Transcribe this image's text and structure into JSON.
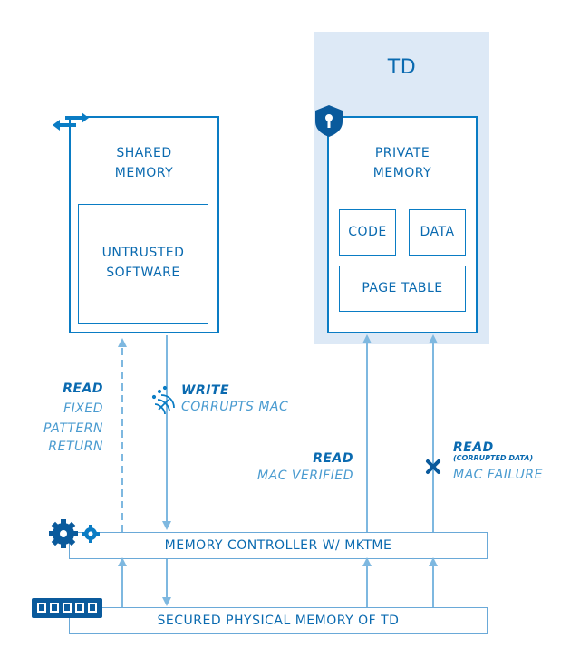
{
  "td_region": {
    "title": "TD"
  },
  "shared_memory": {
    "title_line1": "SHARED",
    "title_line2": "MEMORY",
    "inner_line1": "UNTRUSTED",
    "inner_line2": "SOFTWARE"
  },
  "private_memory": {
    "title_line1": "PRIVATE",
    "title_line2": "MEMORY",
    "code": "CODE",
    "data": "DATA",
    "page_table": "PAGE TABLE"
  },
  "annotations": {
    "read_fixed": {
      "head": "READ",
      "line1": "FIXED",
      "line2": "PATTERN",
      "line3": "RETURN"
    },
    "write": {
      "head": "WRITE",
      "line1": "CORRUPTS MAC"
    },
    "read_verified": {
      "head": "READ",
      "line1": "MAC VERIFIED"
    },
    "read_corrupted": {
      "head": "READ",
      "sub": "(CORRUPTED DATA)",
      "line1": "MAC FAILURE"
    }
  },
  "memory_controller": {
    "label": "MEMORY CONTROLLER W/ MKTME"
  },
  "physical_memory": {
    "label": "SECURED PHYSICAL MEMORY OF TD"
  },
  "icons": [
    "shared-arrows-icon",
    "shield-lock-icon",
    "satellite-attack-icon",
    "x-mark-icon",
    "gears-icon",
    "memory-chip-icon"
  ],
  "colors": {
    "primary": "#0a7cc4",
    "text": "#0a6ab0",
    "light_arrow": "#7eb8e0",
    "td_bg": "#dde9f6"
  }
}
